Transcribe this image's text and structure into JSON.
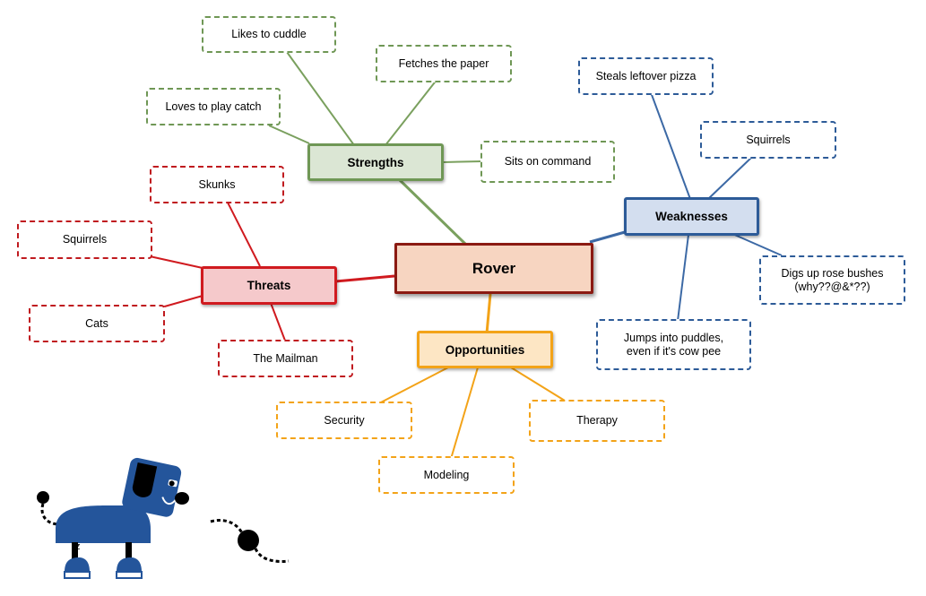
{
  "root": {
    "label": "Rover"
  },
  "strengths": {
    "label": "Strengths",
    "color": "#6f9755",
    "items": [
      "Likes to cuddle",
      "Fetches the paper",
      "Loves to play catch",
      "Sits on command"
    ]
  },
  "weaknesses": {
    "label": "Weaknesses",
    "color": "#2d5b98",
    "items": [
      "Steals leftover pizza",
      "Squirrels",
      "Digs up rose bushes\n(why??@&*??)",
      "Jumps into puddles,\neven if it's cow pee"
    ]
  },
  "threats": {
    "label": "Threats",
    "color": "#d01a1f",
    "items": [
      "Skunks",
      "Squirrels",
      "Cats",
      "The Mailman"
    ]
  },
  "opportunities": {
    "label": "Opportunities",
    "color": "#f3a318",
    "items": [
      "Security",
      "Modeling",
      "Therapy"
    ]
  },
  "illustration": {
    "icon": "sleeping-dog-icon",
    "snore_text": "z",
    "ball_icon": "ball-icon"
  }
}
